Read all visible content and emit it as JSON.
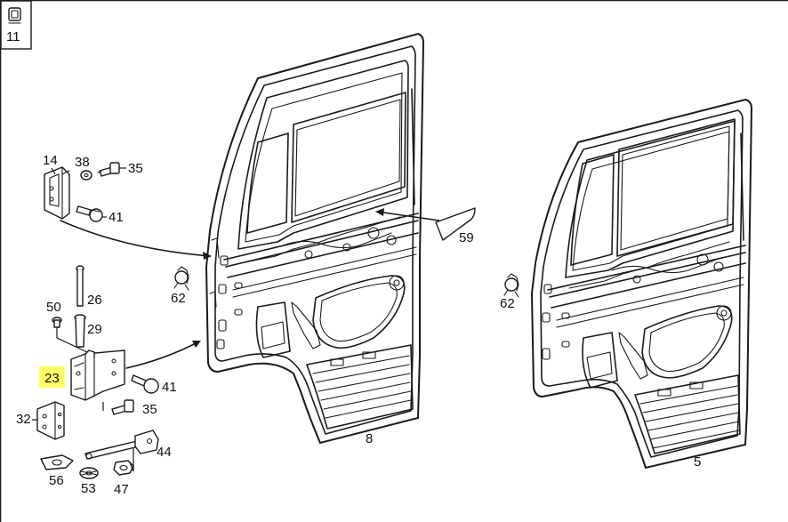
{
  "header": {
    "index_number": "11",
    "index_icon": "clip-icon"
  },
  "highlight_color": "#ffff66",
  "callouts": {
    "p14": "14",
    "p38": "38",
    "p35a": "35",
    "p41a": "41",
    "p62a": "62",
    "p62b": "62",
    "p59": "59",
    "p50": "50",
    "p26": "26",
    "p29": "29",
    "p23": "23",
    "p41b": "41",
    "p35b": "35",
    "p32": "32",
    "p44": "44",
    "p56": "56",
    "p53": "53",
    "p47": "47",
    "p8": "8",
    "p5": "5"
  }
}
